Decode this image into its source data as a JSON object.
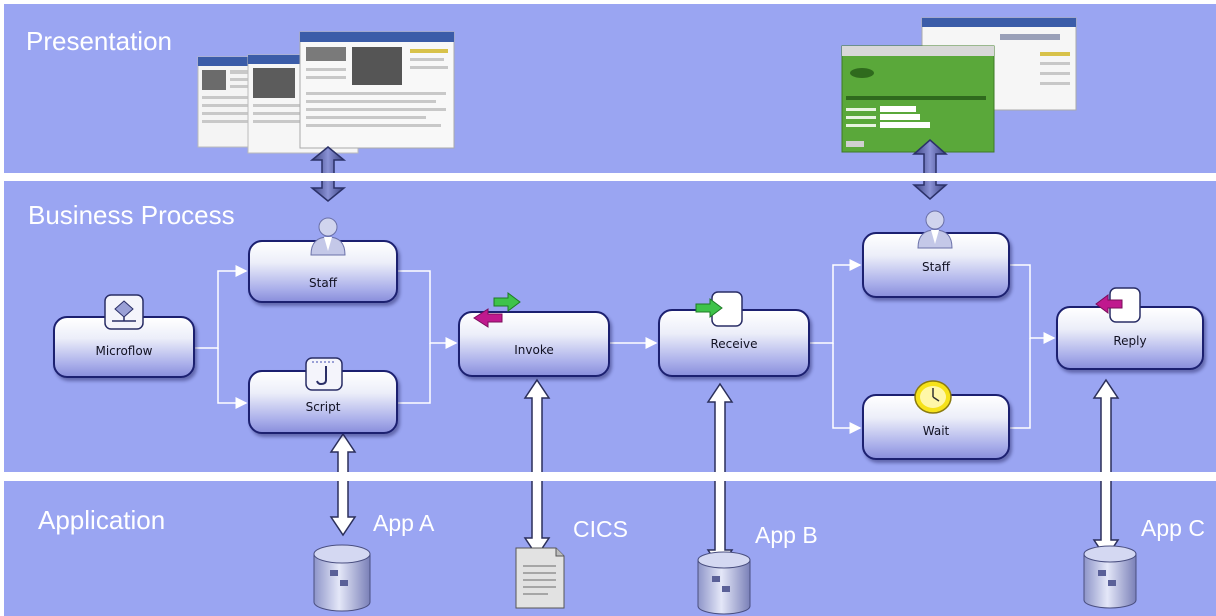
{
  "lanes": {
    "presentation": "Presentation",
    "business_process": "Business Process",
    "application": "Application"
  },
  "nodes": {
    "microflow": "Microflow",
    "staff_top": "Staff",
    "script": "Script",
    "invoke": "Invoke",
    "receive": "Receive",
    "staff_right": "Staff",
    "wait": "Wait",
    "reply": "Reply"
  },
  "apps": {
    "app_a": "App A",
    "cics": "CICS",
    "app_b": "App B",
    "app_c": "App C"
  },
  "icons": {
    "staff": "person-icon",
    "microflow": "flow-icon",
    "script": "script-icon",
    "invoke": "exchange-arrows-icon",
    "receive": "receive-icon",
    "wait": "clock-icon",
    "reply": "reply-icon",
    "database": "database-icon",
    "document": "document-icon"
  },
  "colors": {
    "lane": "#9aa5f2",
    "separator": "#ffffff",
    "node_border": "#1c2070",
    "screen_green": "#5aa83a"
  }
}
